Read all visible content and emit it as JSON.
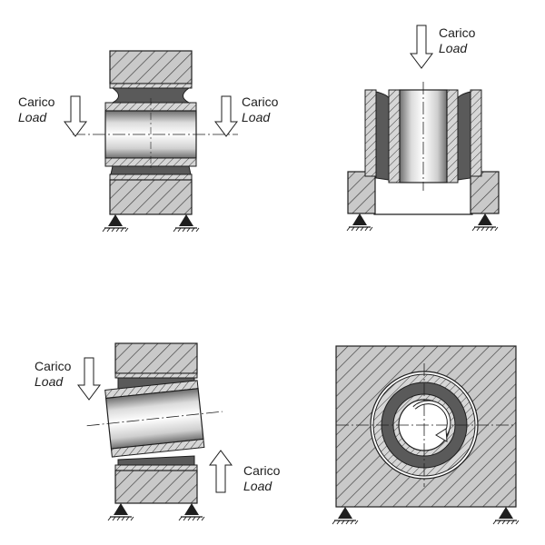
{
  "labels": {
    "carico": "Carico",
    "load": "Load"
  },
  "colors": {
    "hatch_fill": "#c9c9c9",
    "hatch_line": "#3a3a3a",
    "rubber": "#5a5a5a",
    "outline": "#1e1e1e",
    "background": "#ffffff"
  },
  "icons": [
    "load-arrow-icon",
    "ground-support-icon",
    "rotation-arrow-icon",
    "centerline"
  ]
}
